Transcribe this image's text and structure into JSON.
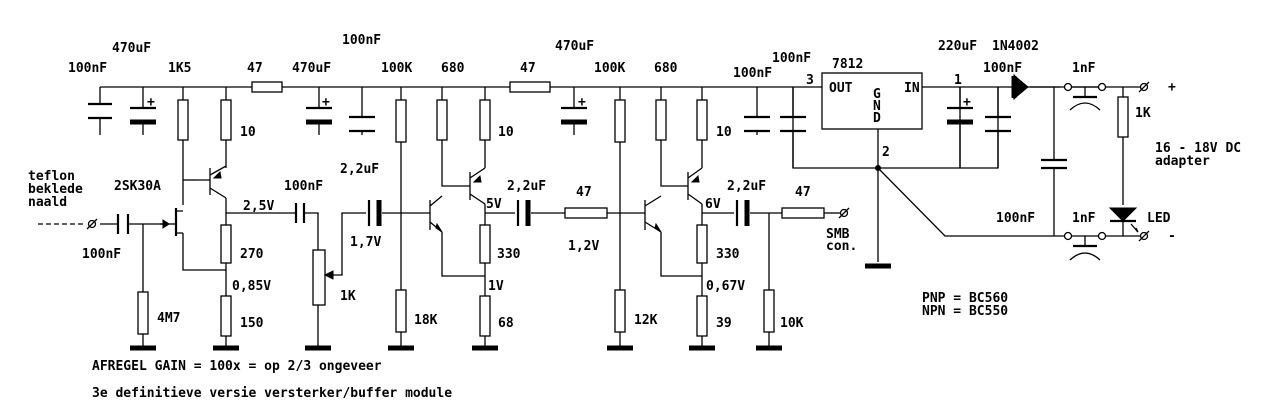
{
  "components": {
    "c_in_top": "100nF",
    "c_470_1": "470uF",
    "r_1k5": "1K5",
    "r_47_a": "47",
    "c_100nF_top": "100nF",
    "c_470_2": "470uF",
    "r_100k_a": "100K",
    "r_680_a": "680",
    "c_470_3": "470uF",
    "r_47_b": "47",
    "r_100k_b": "100K",
    "r_680_b": "680",
    "c_100nF_reg_in": "100nF",
    "c_100nF_reg_out": "100nF",
    "reg_name": "7812",
    "reg_pin3": "3",
    "reg_pin1": "1",
    "reg_pin2": "2",
    "reg_out": "OUT",
    "reg_in": "IN",
    "reg_gnd": "GND",
    "c_220uF": "220uF",
    "diode": "1N4002",
    "c_100nF_adp": "100nF",
    "c_1nF_top": "1nF",
    "r_1k_led": "1K",
    "c_1nF_bot": "1nF",
    "c_100nF_mid": "100nF",
    "led": "LED",
    "plus": "+",
    "minus": "-",
    "adapter_line1": "16 - 18V DC",
    "adapter_line2": "adapter",
    "r_10_a": "10",
    "r_10_b": "10",
    "r_10_c": "10",
    "fet": "2SK30A",
    "input_line1": "teflon",
    "input_line2": "beklede",
    "input_line3": "naald",
    "c_100nF_in": "100nF",
    "v_2_5": "2,5V",
    "c_100nF_coupling": "100nF",
    "c_2_2_a": "2,2uF",
    "v_1_7": "1,7V",
    "c_2_2_b": "2,2uF",
    "v_5": "5V",
    "r_47_c": "47",
    "v_1_2": "1,2V",
    "c_2_2_c": "2,2uF",
    "v_6": "6V",
    "r_47_d": "47",
    "smb_line1": "SMB",
    "smb_line2": "con.",
    "r_270": "270",
    "v_0_85": "0,85V",
    "r_330_a": "330",
    "v_1": "1V",
    "r_330_b": "330",
    "v_0_67": "0,67V",
    "r_4m7": "4M7",
    "pot_1k": "1K",
    "r_150": "150",
    "r_18k": "18K",
    "r_68": "68",
    "r_12k": "12K",
    "r_39": "39",
    "r_10k": "10K",
    "pnp_note": "PNP = BC560",
    "npn_note": "NPN = BC550"
  },
  "notes": {
    "gain": "AFREGEL GAIN = 100x = op 2/3 ongeveer",
    "version": "3e definitieve versie versterker/buffer module"
  }
}
